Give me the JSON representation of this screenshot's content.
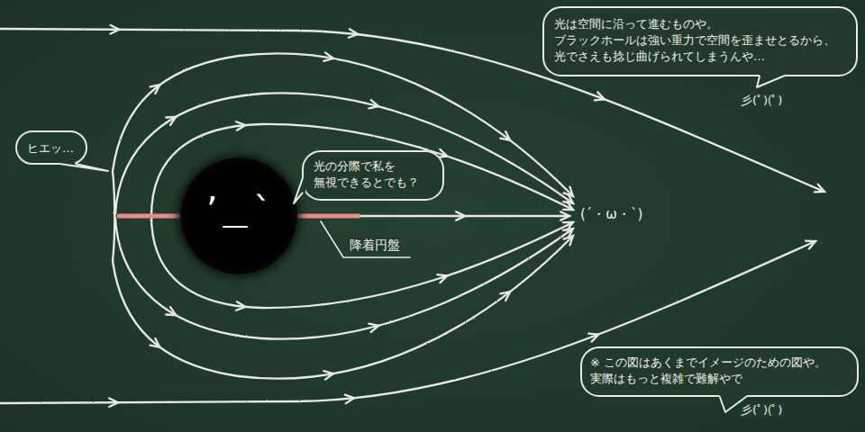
{
  "diagram": {
    "nodes": [
      {
        "text": [
          "光は空間に沿って進むものや。 ブラックホールは強い重力で空間を歪ませとるから、 光でさえも捻じ曲げられてしまうんや…"
        ]
      },
      {
        "text": [
          "ヒエッ…"
        ]
      },
      {
        "text": [
          "’＿`"
        ]
      },
      {
        "text": [
          "光の分際で私を 無視できるとでも？"
        ]
      },
      {
        "text": [
          "※ この図はあくまでイメージのための図や。 実際はもっと複雑で難解やで"
        ]
      }
    ],
    "labels": [
      "降着円盤",
      "(´・ω・`)",
      "彡(ﾟ)(ﾟ)",
      "彡(ﾟ)(ﾟ)"
    ]
  }
}
